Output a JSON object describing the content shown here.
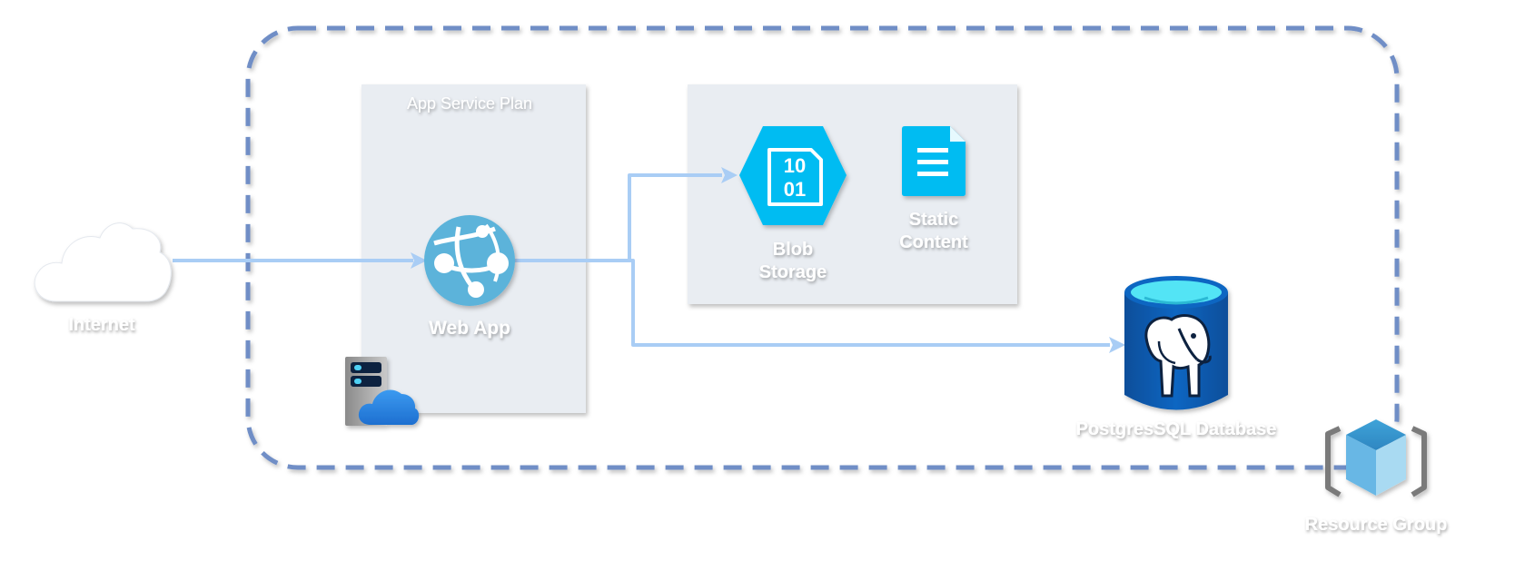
{
  "labels": {
    "internet": "Internet",
    "app_service_plan": "App Service Plan",
    "web_app": "Web App",
    "blob_storage_line1": "Blob",
    "blob_storage_line2": "Storage",
    "static_content_line1": "Static",
    "static_content_line2": "Content",
    "postgres": "PostgresSQL Database",
    "resource_group": "Resource Group",
    "blob_bits_line1": "10",
    "blob_bits_line2": "01"
  },
  "icons": {
    "internet": "cloud-icon",
    "web_app": "web-app-globe-icon",
    "app_service_plan": "server-cloud-icon",
    "blob_storage": "blob-storage-hexagon-icon",
    "static_content": "document-icon",
    "postgres": "postgres-elephant-cylinder-icon",
    "resource_group": "resource-group-cube-icon"
  },
  "colors": {
    "group_border": "#6F8EC6",
    "connector": "#A9CDF5",
    "panel_fill": "#E9EDF2",
    "web_app": "#5BB3DA",
    "blob": "#00BCF2",
    "postgres_dark": "#0B5CAB",
    "postgres_top": "#53E4F5"
  }
}
